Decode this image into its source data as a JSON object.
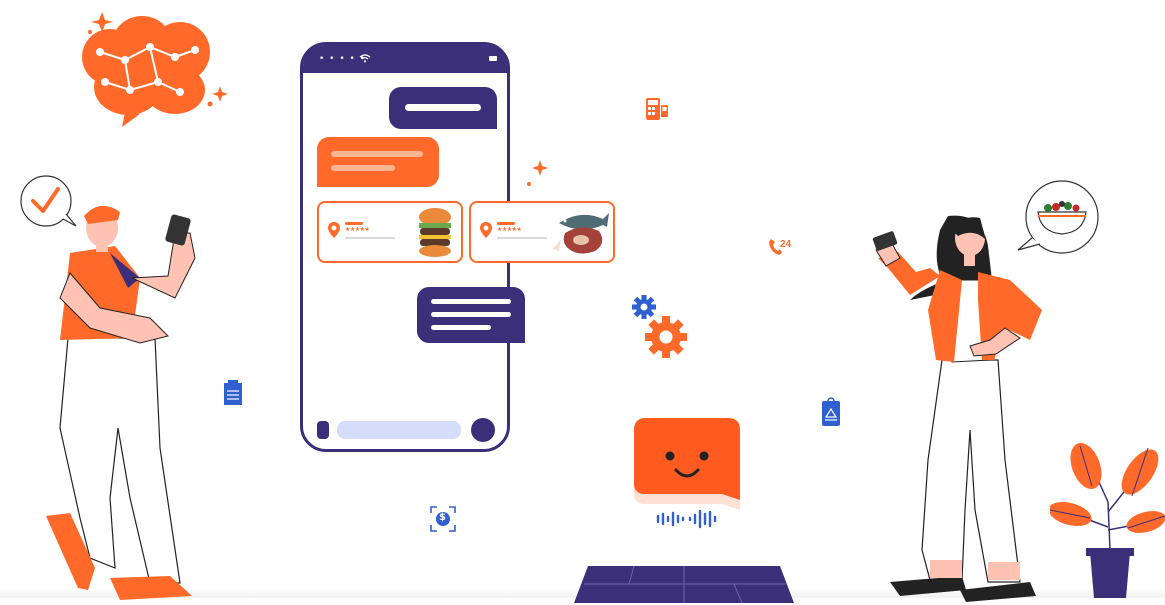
{
  "illustration": {
    "restaurant_cards": [
      {
        "name": "burger-card",
        "rating": "★★★★★"
      },
      {
        "name": "steak-fish-card",
        "rating": "★★★★★"
      }
    ],
    "icons": {
      "support_24": "24",
      "currency_symbol": "$"
    },
    "colors": {
      "brand_orange": "#ff6a2b",
      "navy": "#3b2f7a",
      "blue_accent": "#2f5fd0",
      "input_tint": "#d6ddfa"
    }
  }
}
